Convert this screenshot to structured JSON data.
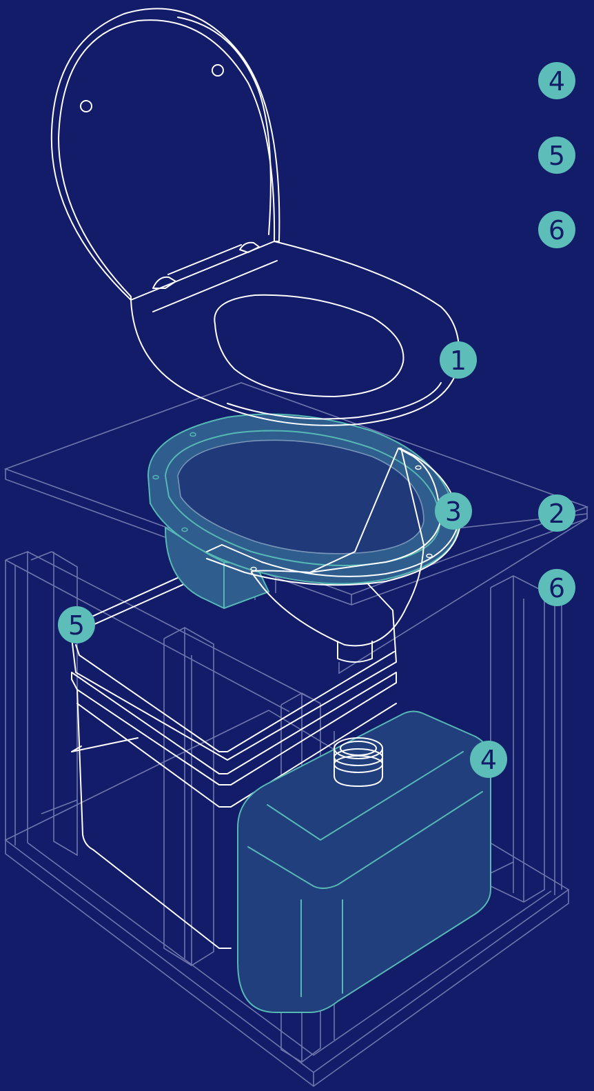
{
  "colors": {
    "background": "#121c68",
    "outline": "#ffffff",
    "accent": "#56b9b4",
    "badge": "#5dbdb8",
    "frame": "#6f77ad"
  },
  "parts": {
    "seat": "1",
    "lid_hole_cover": "2",
    "urine_diverter": "3",
    "urine_tank": "4",
    "bucket": "5",
    "cabinet_frame": "6"
  },
  "badges": [
    {
      "label": "4"
    },
    {
      "label": "5"
    },
    {
      "label": "6"
    },
    {
      "label": "1"
    },
    {
      "label": "3"
    },
    {
      "label": "2"
    },
    {
      "label": "6"
    },
    {
      "label": "5"
    },
    {
      "label": "4"
    }
  ]
}
